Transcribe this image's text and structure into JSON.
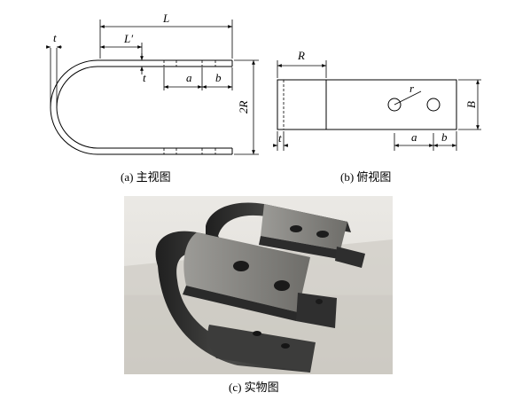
{
  "main_view": {
    "dim_L": "L",
    "dim_L_prime": "L′",
    "dim_t_top": "t",
    "dim_t_inner": "t",
    "dim_a": "a",
    "dim_b": "b",
    "dim_2R": "2R",
    "caption": "(a) 主视图"
  },
  "top_view": {
    "dim_R": "R",
    "dim_r": "r",
    "dim_B": "B",
    "dim_t": "t",
    "dim_a": "a",
    "dim_b": "b",
    "caption": "(b) 俯视图"
  },
  "photo": {
    "caption": "(c) 实物图",
    "colors": {
      "wall": "#e6e4e0",
      "floor": "#cfccc6",
      "steel_dark": "#3a3a3a",
      "steel_cut": "#8a8986"
    }
  }
}
